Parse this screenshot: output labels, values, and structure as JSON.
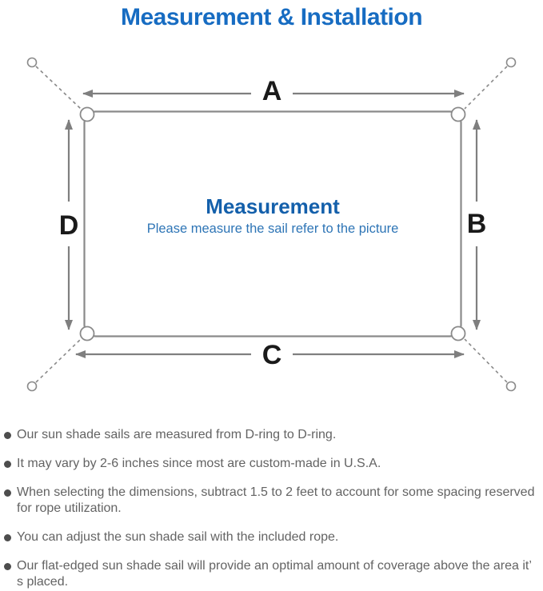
{
  "title": "Measurement & Installation",
  "diagram": {
    "heading": "Measurement",
    "subheading": "Please measure the sail refer to the picture",
    "labels": {
      "top": "A",
      "right": "B",
      "bottom": "C",
      "left": "D"
    }
  },
  "notes": [
    "Our sun shade sails are measured from D-ring to D-ring.",
    "It may vary by 2-6 inches since most are custom-made in U.S.A.",
    "When selecting the dimensions, subtract 1.5 to 2 feet to account for some spacing reserved for rope utilization.",
    "You can adjust the sun shade sail with the included rope.",
    "Our flat-edged sun shade sail will provide an optimal amount of coverage above the area it’ s placed."
  ],
  "colors": {
    "title_blue": "#176cc2",
    "heading_blue": "#1460ab",
    "subheading_blue": "#2e75b6",
    "body_text_gray": "#636363",
    "diagram_line_gray": "#7f7f7f",
    "label_black": "#1a1a1a"
  }
}
